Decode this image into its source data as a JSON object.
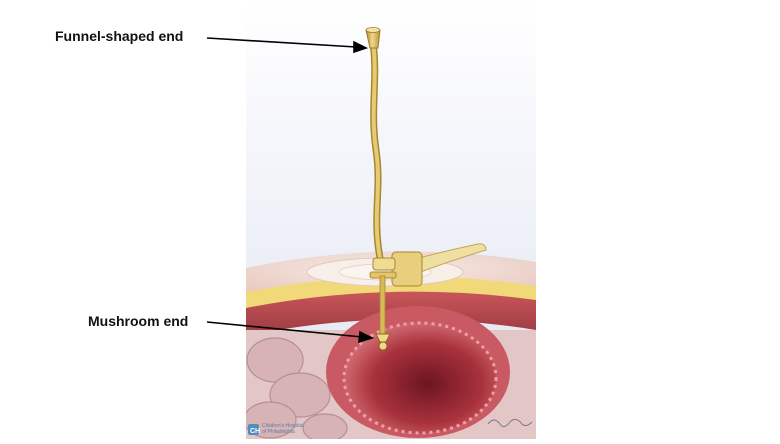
{
  "labels": {
    "funnel_end": "Funnel-shaped end",
    "mushroom_end": "Mushroom end"
  },
  "logo": {
    "name": "chop-logo",
    "line1": "Children's Hospital",
    "line2": "of Philadelphia"
  },
  "colors": {
    "tube": "#d8b95a",
    "tube_dark": "#a8862e",
    "fat_layer": "#f1d97a",
    "muscle": "#b5484c",
    "stomach_lining": "#c95a64",
    "stomach_interior": "#8a1e2c",
    "skin": "#f1dcd5",
    "arrow": "#000000"
  }
}
